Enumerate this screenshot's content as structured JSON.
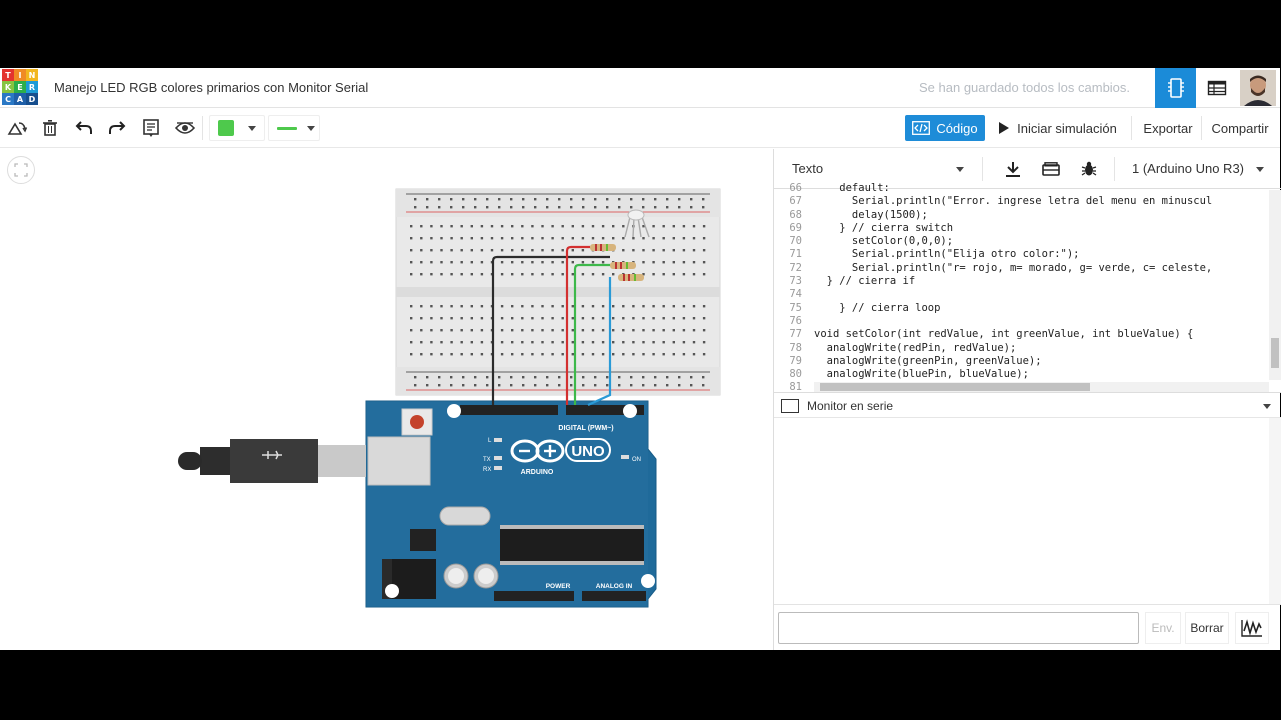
{
  "header": {
    "logo_letters": [
      "T",
      "I",
      "N",
      "K",
      "E",
      "R",
      "C",
      "A",
      "D"
    ],
    "title": "Manejo LED RGB colores primarios con Monitor Serial",
    "save_status": "Se han guardado todos los cambios."
  },
  "toolbar": {
    "code_label": "Código",
    "simulate_label": "Iniciar simulación",
    "export_label": "Exportar",
    "share_label": "Compartir",
    "accent_color": "#1e8cd8",
    "wire_color": "#4ec94c"
  },
  "code_panel": {
    "mode": "Texto",
    "device": "1 (Arduino Uno R3)",
    "lines": [
      {
        "n": "66",
        "t": "    default:"
      },
      {
        "n": "67",
        "t": "      Serial.println(\"Error. ingrese letra del menu en minuscul"
      },
      {
        "n": "68",
        "t": "      delay(1500);"
      },
      {
        "n": "69",
        "t": "    } // cierra switch"
      },
      {
        "n": "70",
        "t": "      setColor(0,0,0);"
      },
      {
        "n": "71",
        "t": "      Serial.println(\"Elija otro color:\");"
      },
      {
        "n": "72",
        "t": "      Serial.println(\"r= rojo, m= morado, g= verde, c= celeste,"
      },
      {
        "n": "73",
        "t": "  } // cierra if"
      },
      {
        "n": "74",
        "t": ""
      },
      {
        "n": "75",
        "t": "    } // cierra loop"
      },
      {
        "n": "76",
        "t": ""
      },
      {
        "n": "77",
        "t": "void setColor(int redValue, int greenValue, int blueValue) {"
      },
      {
        "n": "78",
        "t": "  analogWrite(redPin, redValue);"
      },
      {
        "n": "79",
        "t": "  analogWrite(greenPin, greenValue);"
      },
      {
        "n": "80",
        "t": "  analogWrite(bluePin, blueValue);"
      },
      {
        "n": "81",
        "t": "}"
      }
    ],
    "serial_monitor_label": "Monitor en serie",
    "send_label": "Env.",
    "clear_label": "Borrar"
  },
  "board": {
    "brand": "ARDUINO",
    "model": "UNO",
    "digital_label": "DIGITAL (PWM~)",
    "power_label": "POWER",
    "analog_label": "ANALOG IN",
    "on_label": "ON",
    "tx_label": "TX",
    "rx_label": "RX",
    "l_label": "L"
  }
}
